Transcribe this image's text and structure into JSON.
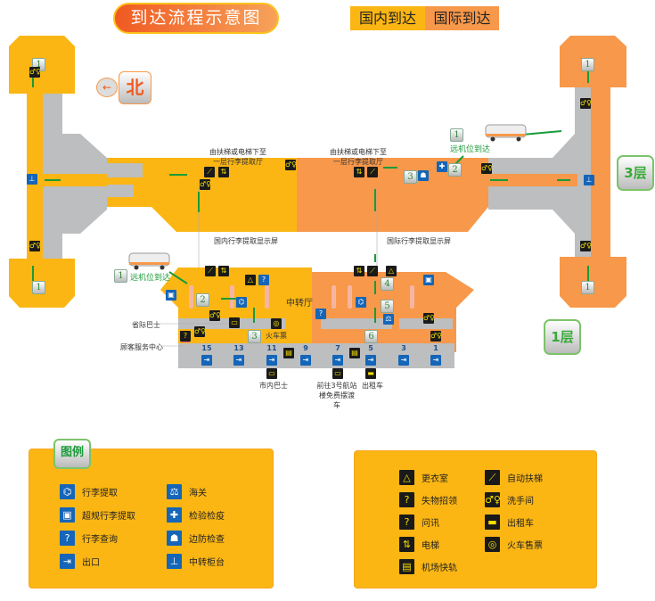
{
  "title": "到达流程示意图",
  "key": {
    "domestic": "国内到达",
    "international": "国际到达"
  },
  "colors": {
    "domestic": "#fbb614",
    "international": "#f7984a",
    "corridor": "#bcbec0",
    "arrow": "#1a9b3a"
  },
  "north": "北",
  "floors": {
    "f3": "3层",
    "f1": "1层"
  },
  "labels": {
    "down_left": "由扶梯或电梯下至一层行李提取厅",
    "down_right": "由扶梯或电梯下至一层行李提取厅",
    "remote_right": "远机位到达",
    "remote_left": "远机位到达",
    "dom_screen": "国内行李提取显示屏",
    "intl_screen": "国际行李提取显示屏",
    "transfer_hall": "中转厅",
    "provincial_bus": "省际巴士",
    "service_center": "顾客服务中心",
    "train_ticket": "火车票",
    "city_bus": "市内巴士",
    "shuttle": "前往3号航站楼免费摆渡车",
    "taxi": "出租车"
  },
  "steps": [
    "1",
    "2",
    "3",
    "4",
    "5",
    "6"
  ],
  "gates": [
    "15",
    "13",
    "11",
    "9",
    "7",
    "5",
    "3",
    "1"
  ],
  "legend_left": {
    "heading": "图例",
    "items": [
      {
        "icon": "baggage-claim-icon",
        "glyph": "⌬",
        "label": "行李提取"
      },
      {
        "icon": "customs-icon",
        "glyph": "⚖",
        "label": "海关"
      },
      {
        "icon": "oversize-baggage-icon",
        "glyph": "▣",
        "label": "超规行李提取"
      },
      {
        "icon": "quarantine-icon",
        "glyph": "✚",
        "label": "检验检疫"
      },
      {
        "icon": "baggage-inquiry-icon",
        "glyph": "?",
        "label": "行李查询"
      },
      {
        "icon": "border-control-icon",
        "glyph": "☗",
        "label": "边防检查"
      },
      {
        "icon": "exit-icon",
        "glyph": "⇥",
        "label": "出口"
      },
      {
        "icon": "transfer-counter-icon",
        "glyph": "⊥",
        "label": "中转柜台"
      }
    ]
  },
  "legend_right": {
    "items": [
      {
        "icon": "cloakroom-icon",
        "glyph": "△",
        "label": "更衣室"
      },
      {
        "icon": "escalator-icon",
        "glyph": "⟋",
        "label": "自动扶梯"
      },
      {
        "icon": "lost-found-icon",
        "glyph": "?",
        "label": "失物招领"
      },
      {
        "icon": "restroom-icon",
        "glyph": "♂♀",
        "label": "洗手间"
      },
      {
        "icon": "information-icon",
        "glyph": "?",
        "label": "问讯"
      },
      {
        "icon": "taxi-icon",
        "glyph": "▬",
        "label": "出租车"
      },
      {
        "icon": "elevator-icon",
        "glyph": "⇅",
        "label": "电梯"
      },
      {
        "icon": "train-ticket-icon",
        "glyph": "◎",
        "label": "火车售票"
      },
      {
        "icon": "airport-express-icon",
        "glyph": "▤",
        "label": "机场快轨"
      }
    ]
  }
}
